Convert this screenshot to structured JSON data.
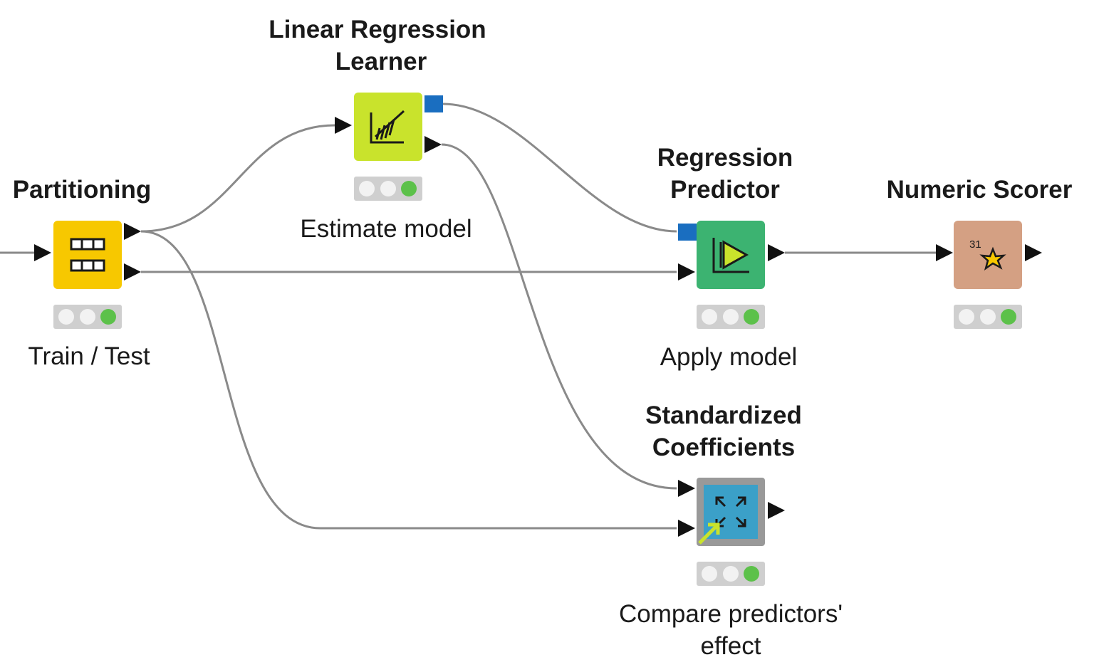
{
  "workflow": {
    "nodes": {
      "partitioning": {
        "title": "Partitioning",
        "annotation": "Train / Test",
        "color": "#f7c800",
        "icon": "partition-table-icon",
        "status": "executed"
      },
      "linear_regression_learner": {
        "title_line1": "Linear Regression",
        "title_line2": "Learner",
        "annotation": "Estimate model",
        "color": "#c9e32c",
        "icon": "regression-chart-icon",
        "status": "executed"
      },
      "regression_predictor": {
        "title_line1": "Regression",
        "title_line2": "Predictor",
        "annotation": "Apply model",
        "color": "#3cb371",
        "icon": "predictor-play-icon",
        "status": "executed"
      },
      "numeric_scorer": {
        "title": "Numeric Scorer",
        "color": "#d4a083",
        "icon": "scorer-star-icon",
        "icon_text": "31",
        "status": "executed"
      },
      "standardized_coefficients": {
        "title_line1": "Standardized",
        "title_line2": "Coefficients",
        "annotation_line1": "Compare predictors'",
        "annotation_line2": "effect",
        "color": "#3ba0c8",
        "frame_color": "#999999",
        "icon": "expand-arrows-icon",
        "status": "executed"
      }
    },
    "connection_color": "#8a8a8a",
    "model_port_color": "#1a6ec0",
    "status_green": "#5cc14a"
  }
}
